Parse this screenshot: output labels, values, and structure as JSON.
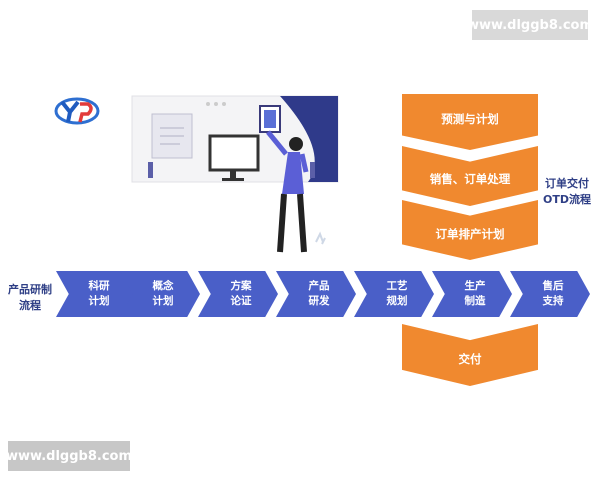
{
  "watermark": {
    "top": "www.dlggb8.com",
    "bottom": "www.dlggb8.com"
  },
  "left_label": {
    "line1": "产品研制",
    "line2": "流程"
  },
  "right_label": {
    "line1": "订单交付",
    "line2": "OTD流程"
  },
  "chevrons": [
    {
      "line1": "科研",
      "line2": "计划",
      "color": "#4a5fc8"
    },
    {
      "line1": "概念",
      "line2": "计划",
      "color": "#4a5fc8"
    },
    {
      "line1": "方案",
      "line2": "论证",
      "color": "#4a5fc8"
    },
    {
      "line1": "产品",
      "line2": "研发",
      "color": "#4a5fc8"
    },
    {
      "line1": "工艺",
      "line2": "规划",
      "color": "#4a5fc8"
    },
    {
      "line1": "生产",
      "line2": "制造",
      "color": "#4a5fc8"
    },
    {
      "line1": "售后",
      "line2": "支持",
      "color": "#4a5fc8"
    }
  ],
  "otd_steps": [
    {
      "label": "预测与计划"
    },
    {
      "label": "销售、订单处理"
    },
    {
      "label": "订单排产计划"
    },
    {
      "label": "交付"
    }
  ],
  "colors": {
    "accent_blue": "#4a5fc8",
    "accent_orange": "#f0892f",
    "label_navy": "#2f3f86"
  }
}
